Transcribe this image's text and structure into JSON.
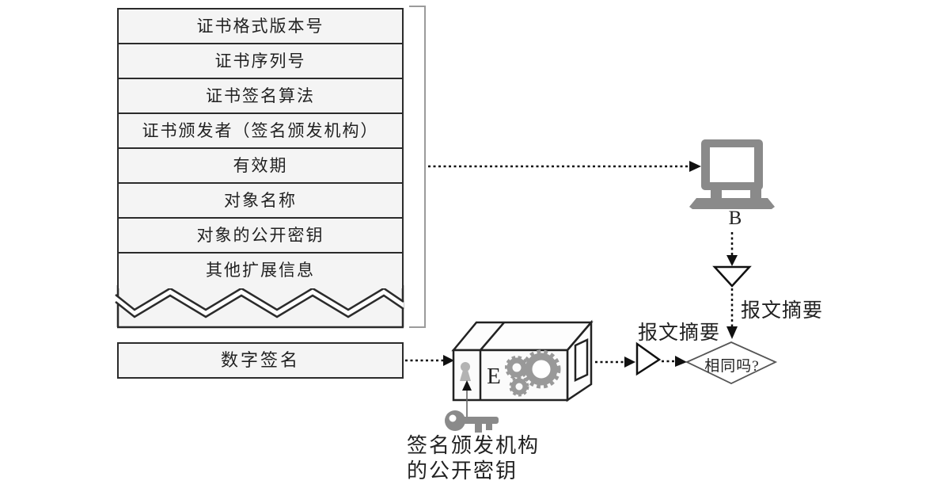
{
  "certificate": {
    "fields": [
      "证书格式版本号",
      "证书序列号",
      "证书签名算法",
      "证书颁发者（签名颁发机构）",
      "有效期",
      "对象名称",
      "对象的公开密钥",
      "其他扩展信息"
    ],
    "signature_label": "数字签名"
  },
  "process": {
    "receiver_label": "B",
    "decrypt_box_label": "E",
    "digest_label_left": "报文摘要",
    "digest_label_right": "报文摘要",
    "compare_label": "相同吗?",
    "public_key_caption_line1": "签名颁发机构",
    "public_key_caption_line2": "的公开密钥"
  },
  "icons": {
    "receiver": "computer-icon",
    "hash_function": "funnel-triangle-icon",
    "decrypt_machine": "gear-machine-icon",
    "public_key": "key-icon",
    "compare": "diamond-decision-shape",
    "group": "bracket-grouping"
  },
  "colors": {
    "background": "#ffffff",
    "row_fill": "#f4f4f4",
    "border_dark": "#2b2b2b",
    "icon_gray": "#8a8a8a",
    "gear_gray": "#999999",
    "bracket_gray": "#9b9b9b",
    "text": "#222222"
  }
}
